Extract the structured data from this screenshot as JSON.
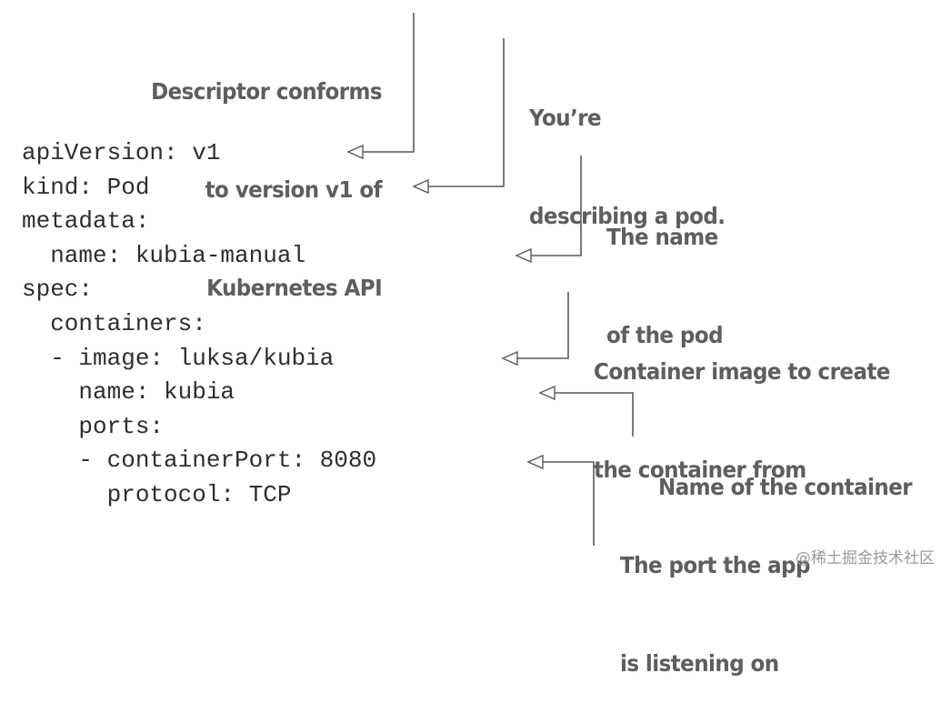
{
  "code": {
    "language": "yaml",
    "lines": [
      "apiVersion: v1",
      "kind: Pod",
      "metadata:",
      "  name: kubia-manual",
      "spec:",
      "  containers:",
      "  - image: luksa/kubia",
      "    name: kubia",
      "    ports:",
      "    - containerPort: 8080",
      "      protocol: TCP"
    ]
  },
  "annotations": [
    {
      "id": "api-version",
      "target_line": 0,
      "lines": [
        "Descriptor conforms",
        "to version v1 of",
        "Kubernetes API"
      ]
    },
    {
      "id": "kind",
      "target_line": 1,
      "lines": [
        "You’re",
        "describing a pod."
      ]
    },
    {
      "id": "pod-name",
      "target_line": 3,
      "lines": [
        "The name",
        "of the pod"
      ]
    },
    {
      "id": "container-image",
      "target_line": 6,
      "lines": [
        "Container image to create",
        "the container from"
      ]
    },
    {
      "id": "container-name",
      "target_line": 7,
      "lines": [
        "Name of the container"
      ]
    },
    {
      "id": "container-port",
      "target_line": 9,
      "lines": [
        "The port the app",
        "is listening on"
      ]
    }
  ],
  "watermark": "@稀土掘金技术社区",
  "colors": {
    "code": "#2e2e2e",
    "annotation": "#5e5e5e",
    "connector": "#5a5a5a"
  }
}
